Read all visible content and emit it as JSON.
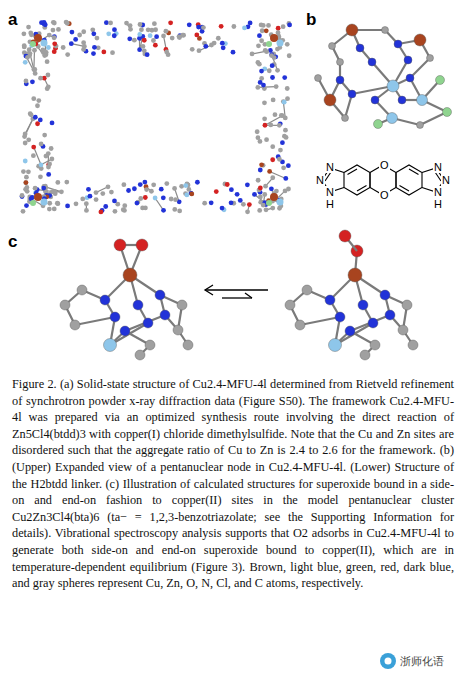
{
  "diagram": {
    "caption": "Figure 2. (a) Solid-state structure of Cu2.4-MFU-4l determined from Rietveld refinement of synchrotron powder x-ray diffraction data (Figure S50). The framework Cu2.4-MFU-4l was prepared via an optimized synthesis route involving the direct reaction of Zn5Cl4(btdd)3 with copper(I) chloride dimethylsulfide. Note that the Cu and Zn sites are disordered such that the aggregate ratio of Cu to Zn is 2.4 to 2.6 for the framework. (b) (Upper) Expanded view of a pentanuclear node in Cu2.4-MFU-4l. (Lower) Structure of the H2btdd linker. (c) Illustration of calculated structures for superoxide bound in a side-on and end-on fashion to copper(II) sites in the model pentanuclear cluster Cu2Zn3Cl4(bta)6 (ta− = 1,2,3-benzotriazolate; see the Supporting Information for details). Vibrational spectroscopy analysis supports that O2 adsorbs in Cu2.4-MFU-4l to generate both side-on and end-on superoxide bound to copper(II), which are in temperature-dependent equilibrium (Figure 3). Brown, light blue, green, red, dark blue, and gray spheres represent Cu, Zn, O, N, Cl, and C atoms, respectively.",
    "labels": [
      "a",
      "b",
      "c",
      "N",
      "N",
      "N",
      "H",
      "O",
      "O",
      "N",
      "N",
      "N",
      "H",
      "浙师化语"
    ]
  }
}
